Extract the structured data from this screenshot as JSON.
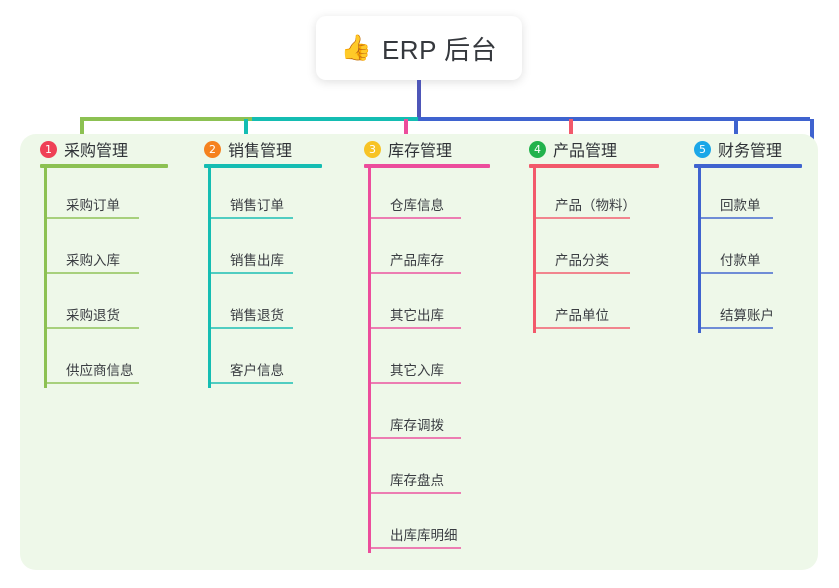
{
  "root": {
    "icon": "thumbs-up-icon",
    "emoji": "👍",
    "title": "ERP 后台"
  },
  "palette": {
    "panel_bg": "#eef8e9",
    "root_connector": "#4e56b8",
    "bus_green": "#8cc152",
    "bus_teal": "#14bdb2",
    "bus_blue": "#3f63cf"
  },
  "columns": [
    {
      "index": "1",
      "title": "采购管理",
      "badge_color": "#ef4056",
      "line_color": "#8cc152",
      "items": [
        "采购订单",
        "采购入库",
        "采购退货",
        "供应商信息"
      ]
    },
    {
      "index": "2",
      "title": "销售管理",
      "badge_color": "#f5821f",
      "line_color": "#14bdb2",
      "items": [
        "销售订单",
        "销售出库",
        "销售退货",
        "客户信息"
      ]
    },
    {
      "index": "3",
      "title": "库存管理",
      "badge_color": "#f7c325",
      "line_color": "#ec4d9c",
      "items": [
        "仓库信息",
        "产品库存",
        "其它出库",
        "其它入库",
        "库存调拨",
        "库存盘点",
        "出库库明细"
      ]
    },
    {
      "index": "4",
      "title": "产品管理",
      "badge_color": "#22b24c",
      "line_color": "#f2596b",
      "items": [
        "产品（物料）",
        "产品分类",
        "产品单位"
      ]
    },
    {
      "index": "5",
      "title": "财务管理",
      "badge_color": "#1ba7e8",
      "line_color": "#3f63cf",
      "items": [
        "回款单",
        "付款单",
        "结算账户"
      ]
    }
  ]
}
